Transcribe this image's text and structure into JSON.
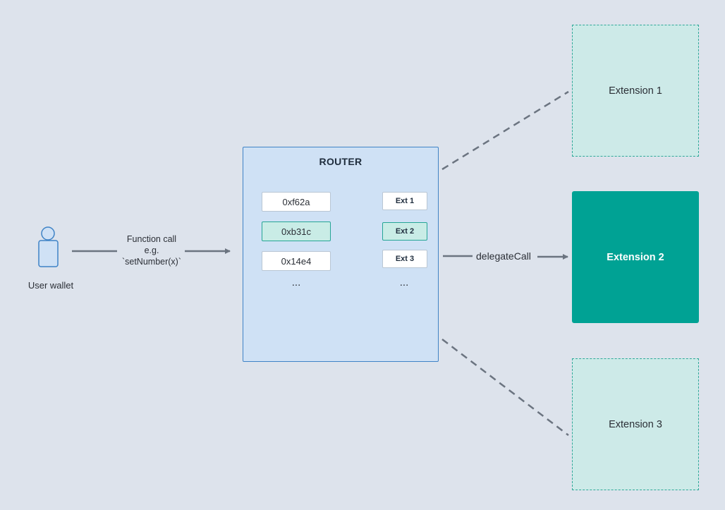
{
  "user": {
    "label": "User wallet",
    "icon": "user-icon"
  },
  "call": {
    "line1": "Function call",
    "line2": "e.g.",
    "line3": "`setNumber(x)`"
  },
  "router": {
    "title": "ROUTER",
    "rows": [
      {
        "selector": "0xf62a",
        "ext": "Ext 1",
        "active": false
      },
      {
        "selector": "0xb31c",
        "ext": "Ext 2",
        "active": true
      },
      {
        "selector": "0x14e4",
        "ext": "Ext 3",
        "active": false
      }
    ],
    "ellipsis_left": "...",
    "ellipsis_right": "..."
  },
  "delegate_label": "delegateCall",
  "extensions": [
    {
      "label": "Extension 1",
      "style": "dashed"
    },
    {
      "label": "Extension 2",
      "style": "solid"
    },
    {
      "label": "Extension 3",
      "style": "dashed"
    }
  ],
  "colors": {
    "background": "#dde3ec",
    "router_fill": "#cfe1f5",
    "router_border": "#3f83c6",
    "active_teal": "#00a294",
    "active_light": "#c9ece6",
    "arrow": "#6b7480"
  }
}
